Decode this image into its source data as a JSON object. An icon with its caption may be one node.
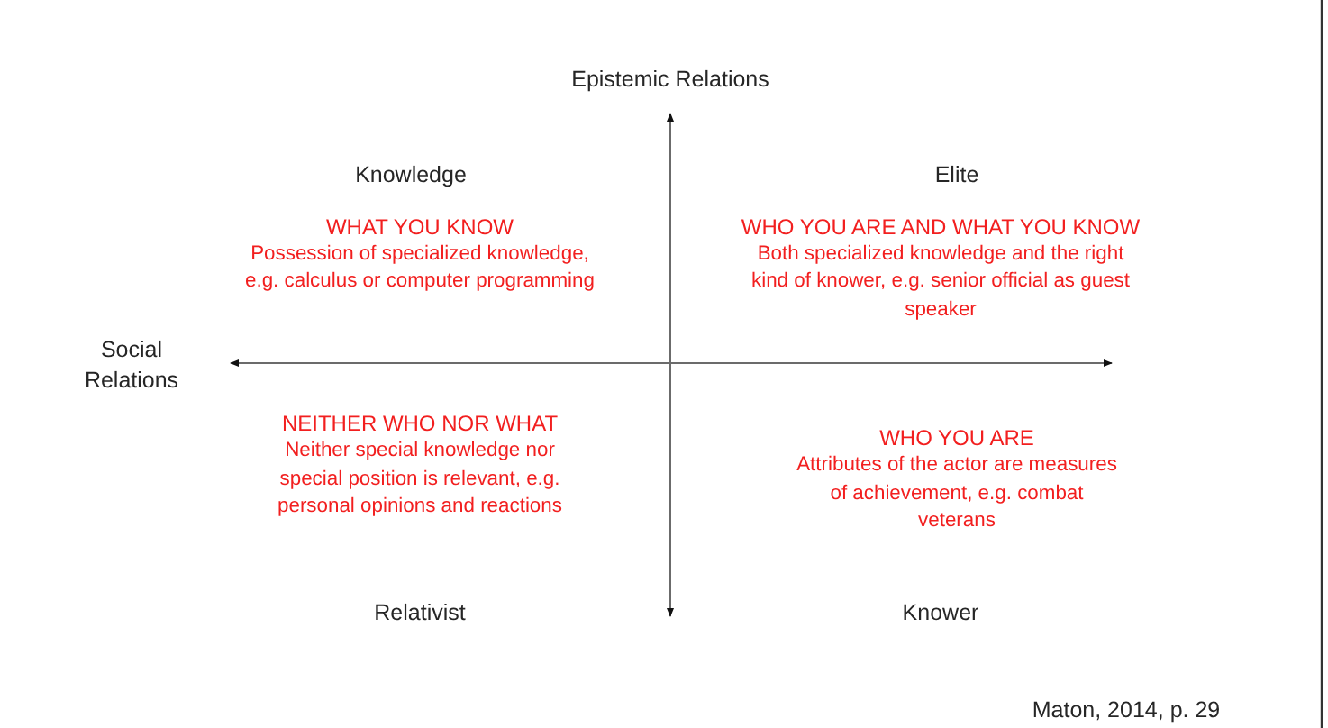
{
  "diagram": {
    "labels": [
      "Epistemic Relations",
      "Knowledge",
      "Elite",
      "WHAT YOU KNOW",
      "Possession of specialized knowledge, e.g. calculus or computer programming",
      "WHO YOU ARE AND WHAT YOU KNOW",
      "Both specialized knowledge and the right kind of knower, e.g. senior official as guest speaker",
      "Social Relations",
      "NEITHER WHO NOR WHAT",
      "Neither special knowledge nor special position is relevant, e.g. personal opinions and reactions",
      "WHO YOU ARE",
      "Attributes of the actor are measures of achievement, e.g. combat veterans",
      "Relativist",
      "Knower",
      "Maton, 2014, p. 29"
    ]
  }
}
